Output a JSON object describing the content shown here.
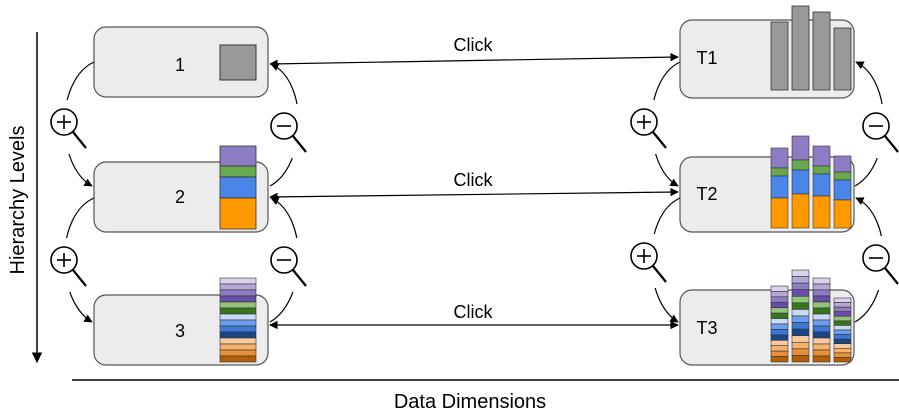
{
  "axes": {
    "vertical_label": "Hierarchy Levels",
    "horizontal_label": "Data Dimensions"
  },
  "left_boxes": [
    {
      "label": "1"
    },
    {
      "label": "2"
    },
    {
      "label": "3"
    }
  ],
  "right_boxes": [
    {
      "label": "T1"
    },
    {
      "label": "T2"
    },
    {
      "label": "T3"
    }
  ],
  "links": [
    {
      "label": "Click"
    },
    {
      "label": "Click"
    },
    {
      "label": "Click"
    }
  ],
  "colors": {
    "box_fill": "#ececec",
    "box_stroke": "#555555",
    "gray_bar": "#999999",
    "purple": "#8e7cc3",
    "green": "#6aa84f",
    "blue": "#4a86e8",
    "orange": "#ff9900"
  },
  "icons": {
    "zoom_in": "zoom-in-icon",
    "zoom_out": "zoom-out-icon"
  }
}
